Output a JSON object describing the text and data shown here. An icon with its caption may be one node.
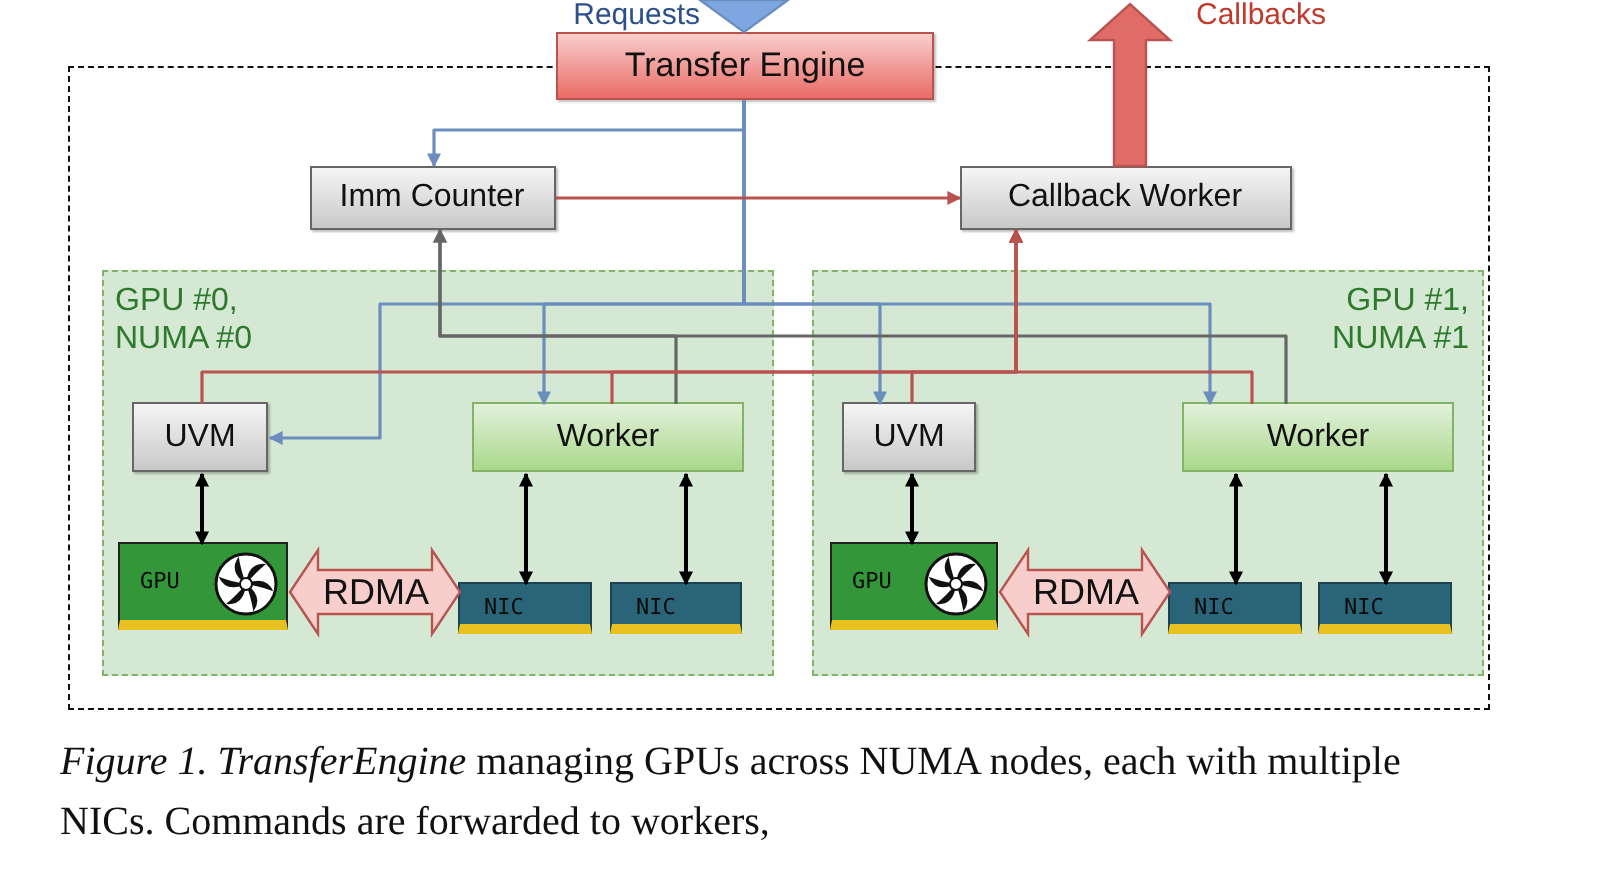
{
  "diagram": {
    "caption": "*Figure 1. TransferEngine* managing GPUs across NUMA nodes, each with multiple NICs. Commands are forwarded to workers,",
    "nodes": [
      {
        "text": [],
        "shape": "box"
      },
      {
        "text": [
          "Transfer Engine"
        ]
      },
      {
        "text": [
          "Imm Counter"
        ],
        "in": 0
      },
      {
        "text": [
          "Callback Worker"
        ],
        "in": 0
      },
      {
        "text": [
          "GPU #0, NUMA #0"
        ],
        "in": 0
      },
      {
        "text": [
          "UVM"
        ],
        "in": 4
      },
      {
        "text": [
          "Worker"
        ],
        "in": 4
      },
      {
        "text": [
          "GPU"
        ],
        "in": 4
      },
      {
        "text": [
          "NIC"
        ],
        "in": 4
      },
      {
        "text": [
          "NIC"
        ],
        "in": 4
      },
      {
        "text": [
          "GPU #1, NUMA #1"
        ],
        "in": 0
      },
      {
        "text": [
          "UVM"
        ],
        "in": 10
      },
      {
        "text": [
          "Worker"
        ],
        "in": 10
      },
      {
        "text": [
          "GPU"
        ],
        "in": 10
      },
      {
        "text": [
          "NIC"
        ],
        "in": 10
      },
      {
        "text": [
          "NIC"
        ],
        "in": 10
      }
    ],
    "edges": [
      {
        "from": null,
        "to": 1,
        "arrow": "to",
        "label": "Requests",
        "style": "thick",
        "color": "#7ea6e0"
      },
      {
        "from": 3,
        "to": null,
        "arrow": "to",
        "label": "Callbacks",
        "style": "thick",
        "color": "#e06c68"
      },
      {
        "from": 1,
        "to": 2,
        "arrow": "to",
        "color": "#6c8ebf"
      },
      {
        "from": 1,
        "to": 5,
        "arrow": "to",
        "color": "#6c8ebf"
      },
      {
        "from": 1,
        "to": 6,
        "arrow": "to",
        "color": "#6c8ebf"
      },
      {
        "from": 1,
        "to": 11,
        "arrow": "to",
        "color": "#6c8ebf"
      },
      {
        "from": 1,
        "to": 12,
        "arrow": "to",
        "color": "#6c8ebf"
      },
      {
        "from": 2,
        "to": 3,
        "arrow": "to",
        "color": "#b85450"
      },
      {
        "from": 6,
        "to": 2,
        "arrow": "to",
        "color": "#666666"
      },
      {
        "from": 12,
        "to": 2,
        "arrow": "to",
        "color": "#666666"
      },
      {
        "from": 5,
        "to": 3,
        "arrow": "to",
        "color": "#b85450"
      },
      {
        "from": 6,
        "to": 3,
        "arrow": "to",
        "color": "#b85450"
      },
      {
        "from": 11,
        "to": 3,
        "arrow": "to",
        "color": "#b85450"
      },
      {
        "from": 12,
        "to": 3,
        "arrow": "to",
        "color": "#b85450"
      },
      {
        "from": 5,
        "to": 7,
        "arrow": "both"
      },
      {
        "from": 6,
        "to": 8,
        "arrow": "both"
      },
      {
        "from": 6,
        "to": 9,
        "arrow": "both"
      },
      {
        "from": 11,
        "to": 13,
        "arrow": "both"
      },
      {
        "from": 12,
        "to": 14,
        "arrow": "both"
      },
      {
        "from": 12,
        "to": 15,
        "arrow": "both"
      },
      {
        "from": 7,
        "to": 8,
        "arrow": "both",
        "label": "RDMA",
        "style": "thick",
        "color": "#f8cecc"
      },
      {
        "from": 13,
        "to": 14,
        "arrow": "both",
        "label": "RDMA",
        "style": "thick",
        "color": "#f8cecc"
      }
    ]
  }
}
